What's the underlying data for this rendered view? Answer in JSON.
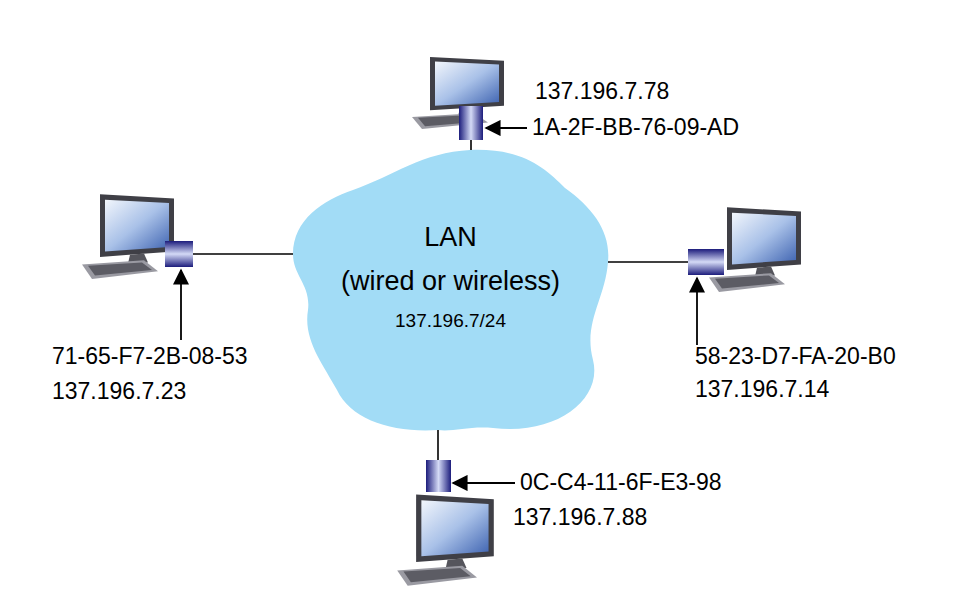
{
  "diagram": {
    "nodes": [
      {
        "text": [
          "137.196.7.78",
          "1A-2F-BB-76-09-AD"
        ]
      },
      {
        "text": [
          "71-65-F7-2B-08-53",
          "137.196.7.23"
        ]
      },
      {
        "text": [
          "LAN",
          "(wired or wireless)",
          "137.196.7/24"
        ]
      },
      {
        "text": [
          "58-23-D7-FA-20-B0",
          "137.196.7.14"
        ]
      },
      {
        "text": [
          "0C-C4-11-6F-E3-98",
          "137.196.7.88"
        ]
      }
    ],
    "edges": [
      {
        "from": 2,
        "to": 0,
        "arrow": "none"
      },
      {
        "from": 2,
        "to": 1,
        "arrow": "none"
      },
      {
        "from": 2,
        "to": 3,
        "arrow": "none"
      },
      {
        "from": 2,
        "to": 4,
        "arrow": "none"
      }
    ]
  }
}
